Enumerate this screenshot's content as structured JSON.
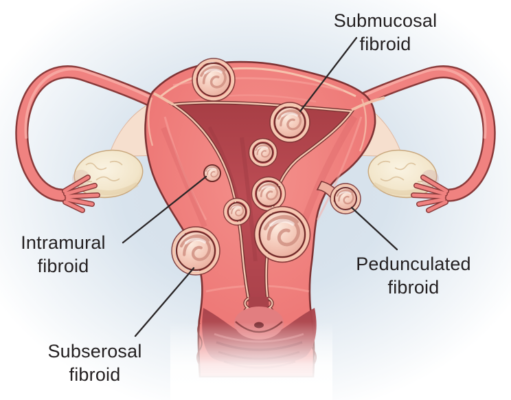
{
  "figure": {
    "alt": "Medical illustration of a uterus, fallopian tubes and ovaries in coronal cross-section showing four types of uterine fibroids",
    "labels": [
      {
        "id": "submucosal",
        "line1": "Submucosal",
        "line2": "fibroid",
        "points_to": "fibroid bulging into the uterine cavity"
      },
      {
        "id": "intramural",
        "line1": "Intramural",
        "line2": "fibroid",
        "points_to": "fibroid embedded in the muscular wall"
      },
      {
        "id": "pedunculated",
        "line1": "Pedunculated",
        "line2": "fibroid",
        "points_to": "fibroid attached to the outer wall by a stalk"
      },
      {
        "id": "subserosal",
        "line1": "Subserosal",
        "line2": "fibroid",
        "points_to": "fibroid bulging from the outer surface"
      }
    ],
    "palette": {
      "background_halo": "#d7e2ec",
      "myometrium": "#ee7a78",
      "cavity": "#b2454c",
      "outline": "#7e3334",
      "serosa_line": "#f6c9b2",
      "fibroid": "#f3c8ba",
      "ovary": "#f4e8d1",
      "label_text": "#231f20",
      "leader_line": "#2a2627"
    }
  }
}
